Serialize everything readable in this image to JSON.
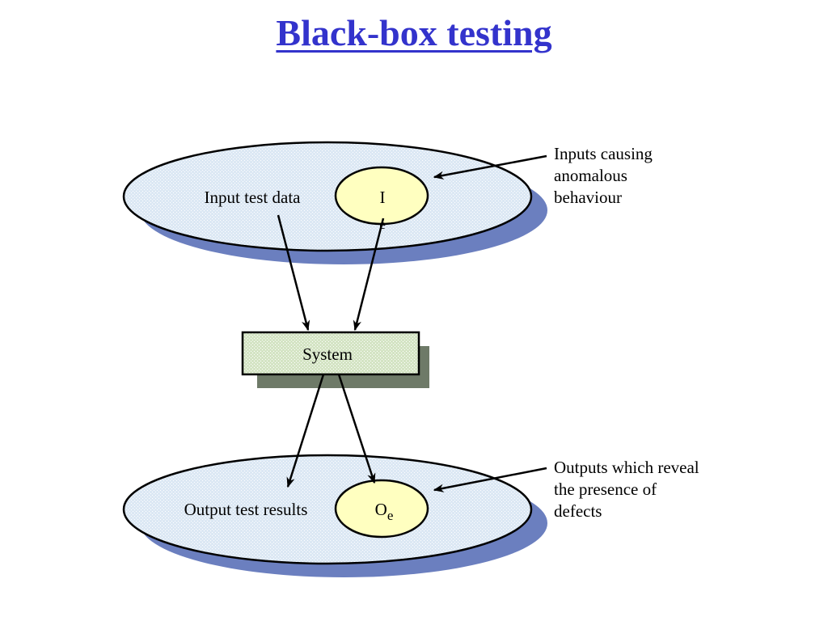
{
  "title": "Black-box testing",
  "colors": {
    "title": "#3333cc",
    "ellipse_fill": "#dce8f4",
    "ellipse_shadow": "#6b7fbf",
    "inner_ellipse_fill": "#ffffc0",
    "system_fill": "#d4e4c4",
    "system_shadow": "#6e7a68"
  },
  "input_set": {
    "label": "Input test data",
    "subset_main": "I",
    "subset_sub": "e"
  },
  "system": {
    "label": "System"
  },
  "output_set": {
    "label": "Output test results",
    "subset_main": "O",
    "subset_sub": "e"
  },
  "annotations": {
    "inputs_line1": "Inputs causing",
    "inputs_line2": "anomalous",
    "inputs_line3": "behaviour",
    "outputs_line1": "Outputs which reveal",
    "outputs_line2": "the presence of",
    "outputs_line3": "defects"
  }
}
